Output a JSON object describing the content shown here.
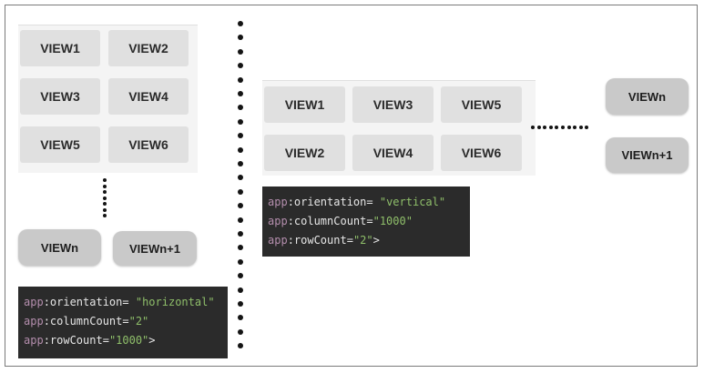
{
  "left_example": {
    "grid": [
      "VIEW1",
      "VIEW2",
      "VIEW3",
      "VIEW4",
      "VIEW5",
      "VIEW6"
    ],
    "view_n": "VIEWn",
    "view_n1": "VIEWn+1",
    "code": {
      "ns1": "app",
      "attr1": ":orientation= ",
      "val1": "\"horizontal\"",
      "ns2": "app",
      "attr2": ":columnCount=",
      "val2": "\"2\"",
      "ns3": "app",
      "attr3": ":rowCount=",
      "val3": "\"1000\"",
      "end3": ">"
    }
  },
  "right_example": {
    "grid": [
      "VIEW1",
      "VIEW3",
      "VIEW5",
      "VIEW2",
      "VIEW4",
      "VIEW6"
    ],
    "view_n": "VIEWn",
    "view_n1": "VIEWn+1",
    "code": {
      "ns1": "app",
      "attr1": ":orientation= ",
      "val1": "\"vertical\"",
      "ns2": "app",
      "attr2": ":columnCount=",
      "val2": "\"1000\"",
      "ns3": "app",
      "attr3": ":rowCount=",
      "val3": "\"2\"",
      "end3": ">"
    }
  }
}
